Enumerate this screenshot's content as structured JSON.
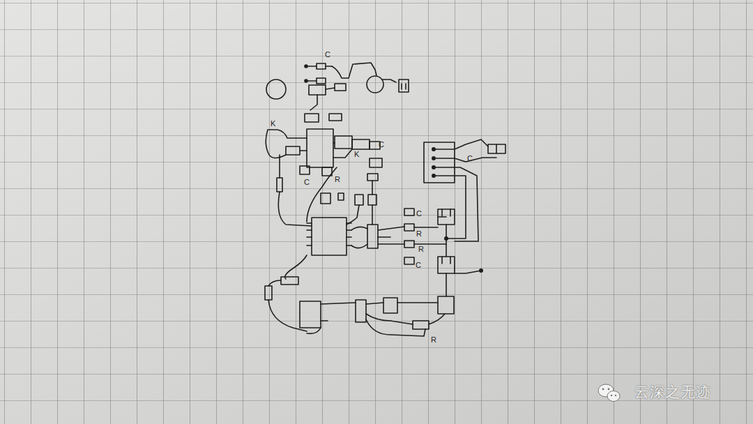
{
  "diagram": {
    "labels": [
      "C",
      "K",
      "C",
      "K",
      "C",
      "R",
      "C",
      "C",
      "R",
      "R",
      "C",
      "R",
      "云深之无迹"
    ]
  }
}
